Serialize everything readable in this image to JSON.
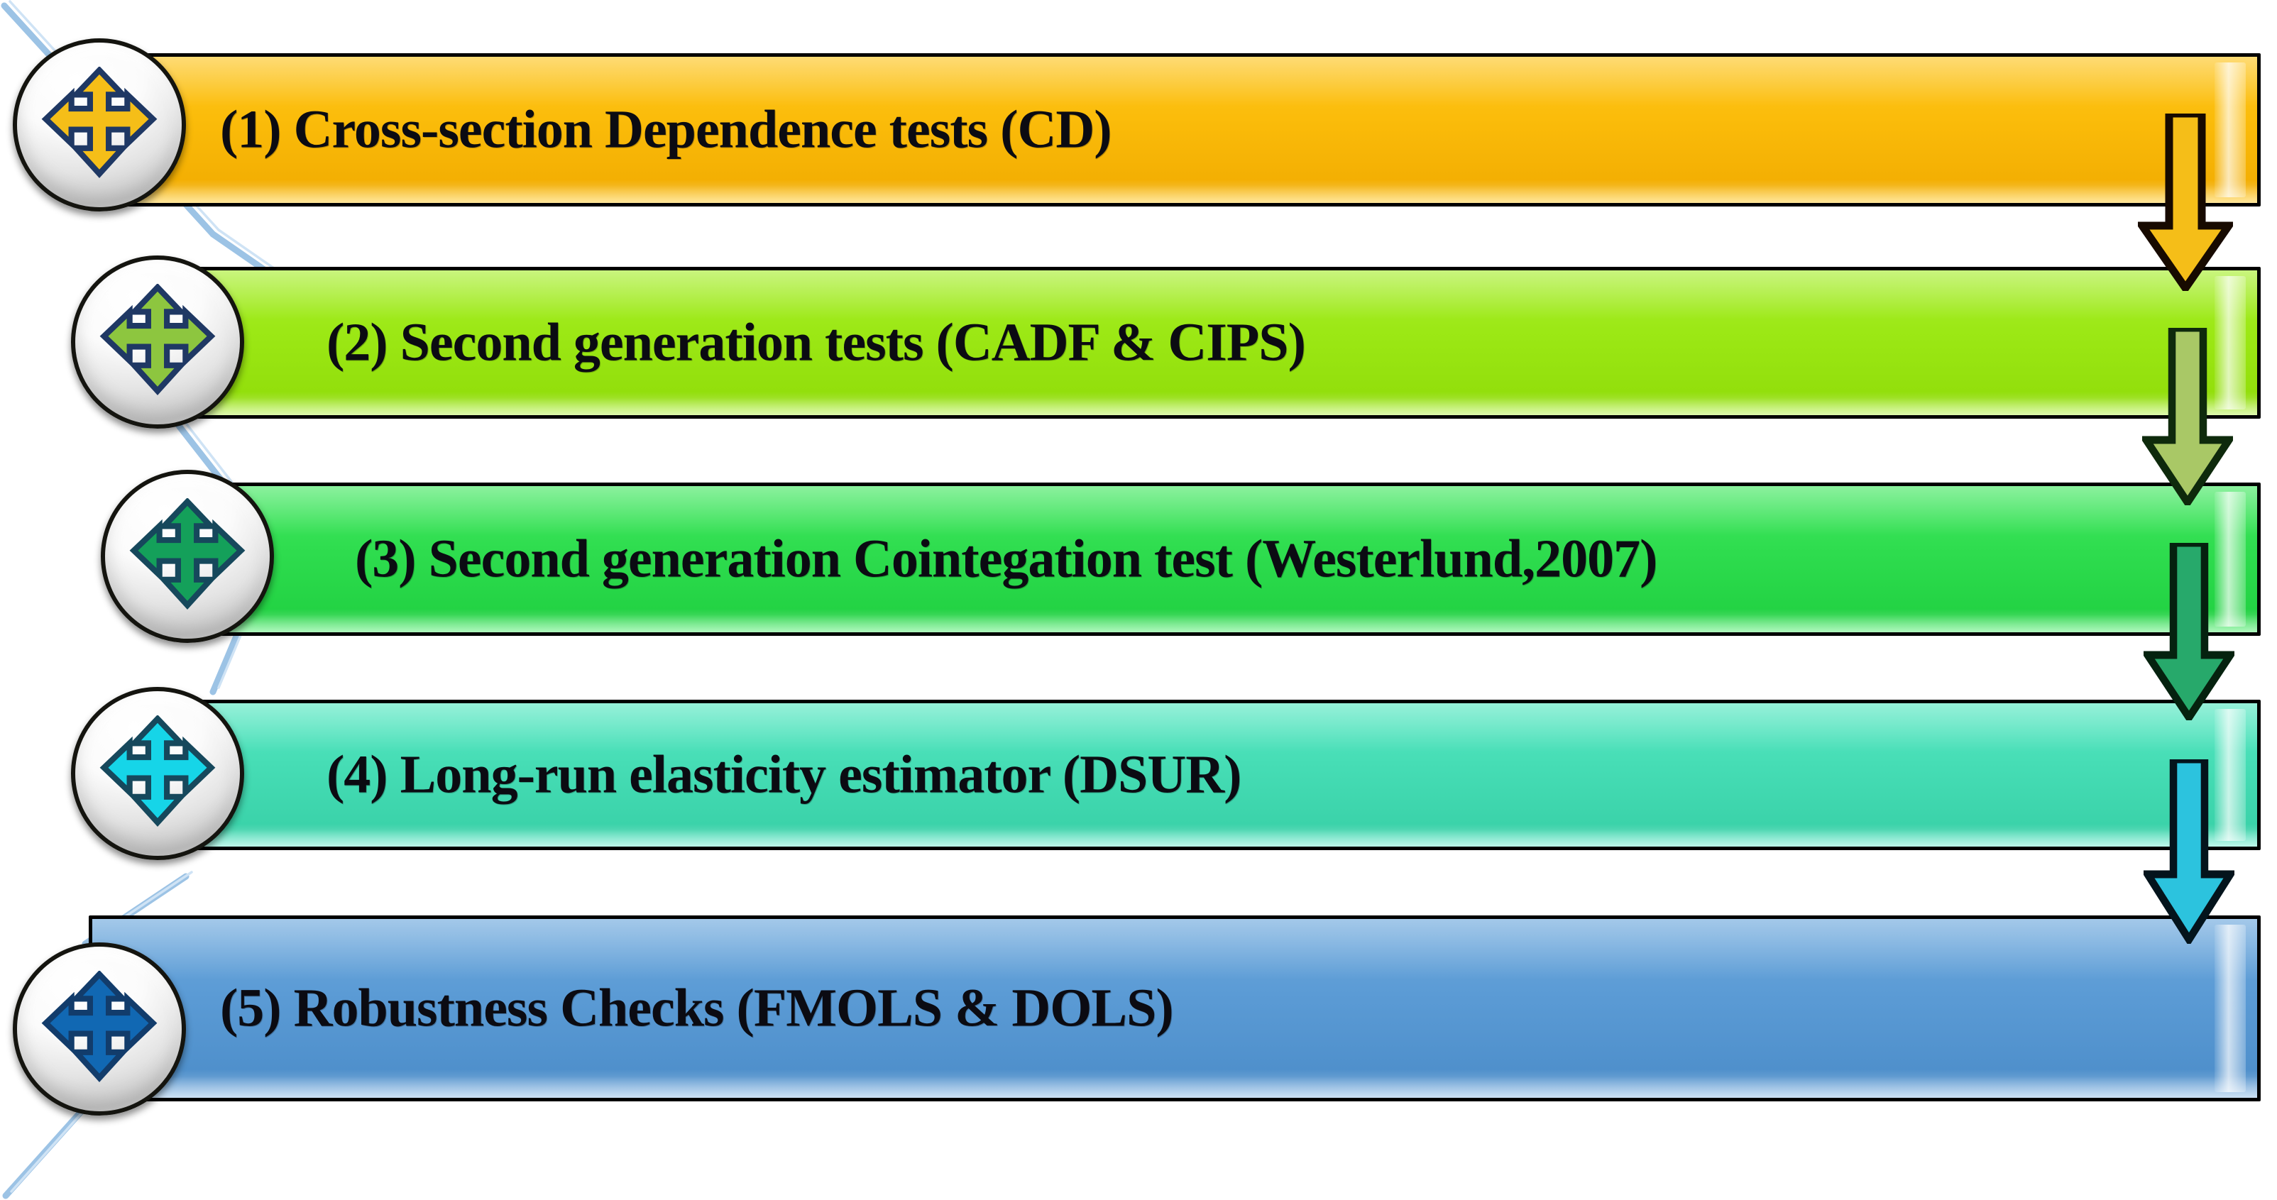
{
  "diagram": {
    "title": "Econometric methodology step flow",
    "type": "vertical-staged-flowchart",
    "background_color": "#ffffff",
    "connector_line_color": "#9CC3E5",
    "bar_border_color": "#000000",
    "text_color": "#0b0b12",
    "badge_outline_color": "#14140f"
  },
  "steps": [
    {
      "number": "(1)",
      "label": "(1) Cross-section Dependence tests (CD)",
      "color": "#FBBC0A",
      "color_dark": "#F0A800",
      "arrow_icon": "four-way-arrow-icon",
      "arrow_fill": "#F5BE18",
      "arrow_stroke": "#1F3864"
    },
    {
      "number": "(2)",
      "label": "(2) Second generation tests (CADF & CIPS)",
      "color": "#9CE815",
      "color_dark": "#8BD80C",
      "arrow_icon": "four-way-arrow-icon",
      "arrow_fill": "#8DC63F",
      "arrow_stroke": "#1F3864"
    },
    {
      "number": "(3)",
      "label": "(3) Second generation Cointegation test (Westerlund,2007)",
      "color": "#2FDD4F",
      "color_dark": "#22CE42",
      "arrow_icon": "four-way-arrow-icon",
      "arrow_fill": "#14A05A",
      "arrow_stroke": "#16485C"
    },
    {
      "number": "(4)",
      "label": "(4) Long-run elasticity estimator (DSUR)",
      "color": "#46DDB5",
      "color_dark": "#36CFA6",
      "arrow_icon": "four-way-arrow-icon",
      "arrow_fill": "#16D5E8",
      "arrow_stroke": "#16485C"
    },
    {
      "number": "(5)",
      "label": "(5) Robustness Checks (FMOLS & DOLS)",
      "color": "#5B9BD5",
      "color_dark": "#4E8FCB",
      "arrow_icon": "four-way-arrow-icon",
      "arrow_fill": "#1168B3",
      "arrow_stroke": "#123C6B"
    }
  ],
  "connectors": [
    {
      "from": "(1)",
      "to": "(2)",
      "icon": "down-arrow-icon",
      "fill": "#F5BE18",
      "stroke": "#170A00"
    },
    {
      "from": "(2)",
      "to": "(3)",
      "icon": "down-arrow-icon",
      "fill": "#A9C866",
      "stroke": "#0E2A0C"
    },
    {
      "from": "(3)",
      "to": "(4)",
      "icon": "down-arrow-icon",
      "fill": "#27A96B",
      "stroke": "#05220F"
    },
    {
      "from": "(4)",
      "to": "(5)",
      "icon": "down-arrow-icon",
      "fill": "#2CC3DE",
      "stroke": "#04141C"
    }
  ]
}
